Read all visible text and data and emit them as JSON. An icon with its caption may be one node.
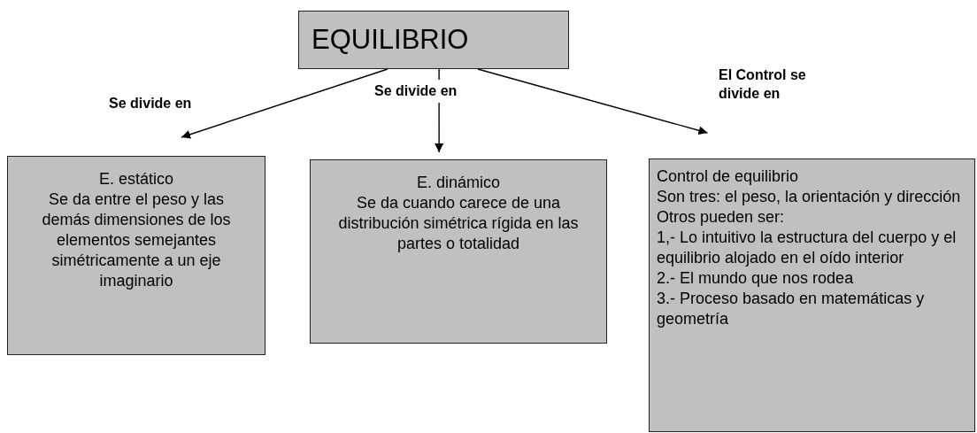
{
  "diagram": {
    "nodes": [
      {
        "text": [
          "EQUILIBRIO"
        ]
      },
      {
        "text": [
          "E. estático",
          "Se da entre el peso y las demás dimensiones de los elementos semejantes simétricamente a un eje imaginario"
        ]
      },
      {
        "text": [
          "E. dinámico",
          "Se da cuando carece de una distribución simétrica rígida en las partes o totalidad"
        ]
      },
      {
        "text": [
          "Control de equilibrio",
          "Son tres: el peso, la orientación y dirección",
          "Otros pueden ser:",
          "1,- Lo intuitivo la estructura del cuerpo y el equilibrio alojado en el oído interior",
          "2.- El mundo que nos rodea",
          "3.- Proceso basado en matemáticas y geometría"
        ]
      }
    ],
    "edges": [
      {
        "from": 0,
        "to": 1,
        "arrow": "to",
        "label": "Se divide en"
      },
      {
        "from": 0,
        "to": 2,
        "arrow": "to",
        "label": "Se divide en"
      },
      {
        "from": 0,
        "to": 3,
        "arrow": "to",
        "label": "El Control se divide en"
      }
    ]
  }
}
